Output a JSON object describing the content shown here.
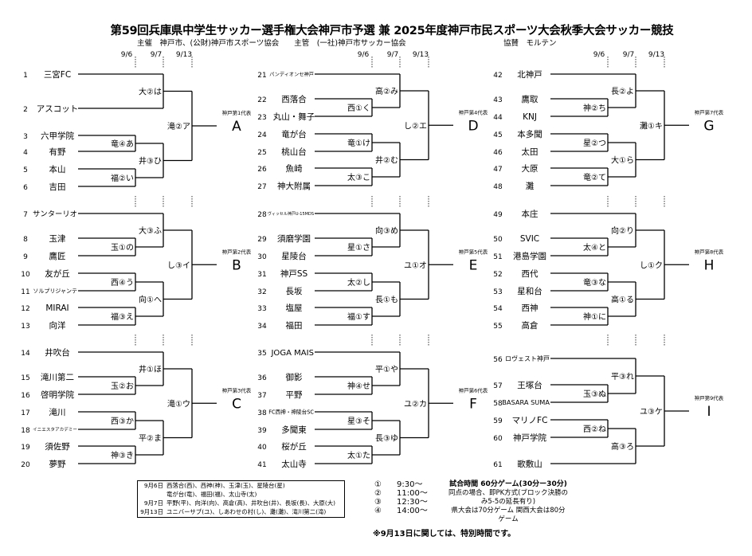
{
  "title": "第59回兵庫県中学生サッカー選手権大会神戸市予選 兼 2025年度神戸市民スポーツ大会秋季大会サッカー競技",
  "organizers": "主催　神戸市、(公財)神戸市スポーツ協会　　主管　(一社)神戸市サッカー協会",
  "sponsor": "協賛　モルテン",
  "dates": [
    "9/6",
    "9/7",
    "9/13"
  ],
  "blocks": [
    {
      "rep_label": "神戸第1代表",
      "rep": "A",
      "teams": [
        {
          "no": "1",
          "name": "三宮FC"
        },
        {
          "no": "2",
          "name": "アスコット"
        },
        {
          "no": "3",
          "name": "六甲学院"
        },
        {
          "no": "4",
          "name": "有野"
        },
        {
          "no": "5",
          "name": "本山"
        },
        {
          "no": "6",
          "name": "吉田"
        }
      ],
      "matches": [
        {
          "label": "竜④あ",
          "round": 1,
          "a": "t2",
          "b": "t3"
        },
        {
          "label": "福②い",
          "round": 1,
          "a": "t4",
          "b": "t5"
        },
        {
          "label": "大②は",
          "round": 2,
          "a": "t0",
          "b": "t1"
        },
        {
          "label": "井③ひ",
          "round": 2,
          "a": "m0",
          "b": "m1"
        },
        {
          "label": "滝②ア",
          "round": 3,
          "a": "m2",
          "b": "m3"
        }
      ]
    },
    {
      "rep_label": "神戸第2代表",
      "rep": "B",
      "teams": [
        {
          "no": "7",
          "name": "サンターリオ"
        },
        {
          "no": "8",
          "name": "玉津"
        },
        {
          "no": "9",
          "name": "鷹匠"
        },
        {
          "no": "10",
          "name": "友が丘"
        },
        {
          "no": "11",
          "name": "ソルプリジャンテ"
        },
        {
          "no": "12",
          "name": "MIRAI"
        },
        {
          "no": "13",
          "name": "向洋"
        }
      ],
      "matches": [
        {
          "label": "玉①の",
          "round": 1,
          "a": "t1",
          "b": "t2"
        },
        {
          "label": "西④う",
          "round": 1,
          "a": "t3",
          "b": "t4"
        },
        {
          "label": "福③え",
          "round": 1,
          "a": "t5",
          "b": "t6"
        },
        {
          "label": "大③ふ",
          "round": 2,
          "a": "t0",
          "b": "m0"
        },
        {
          "label": "向①へ",
          "round": 2,
          "a": "m1",
          "b": "m2"
        },
        {
          "label": "し③イ",
          "round": 3,
          "a": "m3",
          "b": "m4"
        }
      ]
    },
    {
      "rep_label": "神戸第3代表",
      "rep": "C",
      "teams": [
        {
          "no": "14",
          "name": "井吹台"
        },
        {
          "no": "15",
          "name": "滝川第二"
        },
        {
          "no": "16",
          "name": "啓明学院"
        },
        {
          "no": "17",
          "name": "滝川"
        },
        {
          "no": "18",
          "name": "イニエスタアカデミー"
        },
        {
          "no": "19",
          "name": "須佐野"
        },
        {
          "no": "20",
          "name": "夢野"
        }
      ],
      "matches": [
        {
          "label": "玉②お",
          "round": 1,
          "a": "t1",
          "b": "t2"
        },
        {
          "label": "西③か",
          "round": 1,
          "a": "t3",
          "b": "t4"
        },
        {
          "label": "神③き",
          "round": 1,
          "a": "t5",
          "b": "t6"
        },
        {
          "label": "井①ほ",
          "round": 2,
          "a": "t0",
          "b": "m0"
        },
        {
          "label": "平②ま",
          "round": 2,
          "a": "m1",
          "b": "m2"
        },
        {
          "label": "滝①ウ",
          "round": 3,
          "a": "m3",
          "b": "m4"
        }
      ]
    },
    {
      "rep_label": "神戸第4代表",
      "rep": "D",
      "teams": [
        {
          "no": "21",
          "name": "パンディオンセ神戸"
        },
        {
          "no": "22",
          "name": "西落合"
        },
        {
          "no": "23",
          "name": "丸山・舞子"
        },
        {
          "no": "24",
          "name": "竜が台"
        },
        {
          "no": "25",
          "name": "桃山台"
        },
        {
          "no": "26",
          "name": "魚崎"
        },
        {
          "no": "27",
          "name": "神大附属"
        }
      ],
      "matches": [
        {
          "label": "西①く",
          "round": 1,
          "a": "t1",
          "b": "t2"
        },
        {
          "label": "竜①け",
          "round": 1,
          "a": "t3",
          "b": "t4"
        },
        {
          "label": "太③こ",
          "round": 1,
          "a": "t5",
          "b": "t6"
        },
        {
          "label": "高②み",
          "round": 2,
          "a": "t0",
          "b": "m0"
        },
        {
          "label": "井②む",
          "round": 2,
          "a": "m1",
          "b": "m2"
        },
        {
          "label": "し②エ",
          "round": 3,
          "a": "m3",
          "b": "m4"
        }
      ]
    },
    {
      "rep_label": "神戸第5代表",
      "rep": "E",
      "teams": [
        {
          "no": "28",
          "name": "ヴィッセル神戸U-15MDS"
        },
        {
          "no": "29",
          "name": "須磨学園"
        },
        {
          "no": "30",
          "name": "星陵台"
        },
        {
          "no": "31",
          "name": "神戸SS"
        },
        {
          "no": "32",
          "name": "長坂"
        },
        {
          "no": "33",
          "name": "塩屋"
        },
        {
          "no": "34",
          "name": "福田"
        }
      ],
      "matches": [
        {
          "label": "星①さ",
          "round": 1,
          "a": "t1",
          "b": "t2"
        },
        {
          "label": "太②し",
          "round": 1,
          "a": "t3",
          "b": "t4"
        },
        {
          "label": "福①す",
          "round": 1,
          "a": "t5",
          "b": "t6"
        },
        {
          "label": "向③め",
          "round": 2,
          "a": "t0",
          "b": "m0"
        },
        {
          "label": "長①も",
          "round": 2,
          "a": "m1",
          "b": "m2"
        },
        {
          "label": "ユ①オ",
          "round": 3,
          "a": "m3",
          "b": "m4"
        }
      ]
    },
    {
      "rep_label": "神戸第6代表",
      "rep": "F",
      "teams": [
        {
          "no": "35",
          "name": "JOGA MAIS"
        },
        {
          "no": "36",
          "name": "御影"
        },
        {
          "no": "37",
          "name": "平野"
        },
        {
          "no": "38",
          "name": "FC西神・神陵台SC"
        },
        {
          "no": "39",
          "name": "多聞東"
        },
        {
          "no": "40",
          "name": "桜が丘"
        },
        {
          "no": "41",
          "name": "太山寺"
        }
      ],
      "matches": [
        {
          "label": "神④せ",
          "round": 1,
          "a": "t1",
          "b": "t2"
        },
        {
          "label": "星③そ",
          "round": 1,
          "a": "t3",
          "b": "t4"
        },
        {
          "label": "太①た",
          "round": 1,
          "a": "t5",
          "b": "t6"
        },
        {
          "label": "平①や",
          "round": 2,
          "a": "t0",
          "b": "m0"
        },
        {
          "label": "長③ゆ",
          "round": 2,
          "a": "m1",
          "b": "m2"
        },
        {
          "label": "ユ②カ",
          "round": 3,
          "a": "m3",
          "b": "m4"
        }
      ]
    },
    {
      "rep_label": "神戸第7代表",
      "rep": "G",
      "teams": [
        {
          "no": "42",
          "name": "北神戸"
        },
        {
          "no": "43",
          "name": "鷹取"
        },
        {
          "no": "44",
          "name": "KNJ"
        },
        {
          "no": "45",
          "name": "本多聞"
        },
        {
          "no": "46",
          "name": "太田"
        },
        {
          "no": "47",
          "name": "大原"
        },
        {
          "no": "48",
          "name": "灘"
        }
      ],
      "matches": [
        {
          "label": "神②ち",
          "round": 1,
          "a": "t1",
          "b": "t2"
        },
        {
          "label": "星②つ",
          "round": 1,
          "a": "t3",
          "b": "t4"
        },
        {
          "label": "竜②て",
          "round": 1,
          "a": "t5",
          "b": "t6"
        },
        {
          "label": "長②よ",
          "round": 2,
          "a": "t0",
          "b": "m0"
        },
        {
          "label": "大①ら",
          "round": 2,
          "a": "m1",
          "b": "m2"
        },
        {
          "label": "灘①キ",
          "round": 3,
          "a": "m3",
          "b": "m4"
        }
      ]
    },
    {
      "rep_label": "神戸第8代表",
      "rep": "H",
      "teams": [
        {
          "no": "49",
          "name": "本庄"
        },
        {
          "no": "50",
          "name": "SVIC"
        },
        {
          "no": "51",
          "name": "港島学園"
        },
        {
          "no": "52",
          "name": "西代"
        },
        {
          "no": "53",
          "name": "星和台"
        },
        {
          "no": "54",
          "name": "西神"
        },
        {
          "no": "55",
          "name": "高倉"
        }
      ],
      "matches": [
        {
          "label": "太④と",
          "round": 1,
          "a": "t1",
          "b": "t2"
        },
        {
          "label": "竜③な",
          "round": 1,
          "a": "t3",
          "b": "t4"
        },
        {
          "label": "神①に",
          "round": 1,
          "a": "t5",
          "b": "t6"
        },
        {
          "label": "向②り",
          "round": 2,
          "a": "t0",
          "b": "m0"
        },
        {
          "label": "高①る",
          "round": 2,
          "a": "m1",
          "b": "m2"
        },
        {
          "label": "し①ク",
          "round": 3,
          "a": "m3",
          "b": "m4"
        }
      ]
    },
    {
      "rep_label": "神戸第9代表",
      "rep": "I",
      "teams": [
        {
          "no": "56",
          "name": "ロヴェスト神戸"
        },
        {
          "no": "57",
          "name": "王塚台"
        },
        {
          "no": "58",
          "name": "BASARA SUMA"
        },
        {
          "no": "59",
          "name": "マリノFC"
        },
        {
          "no": "60",
          "name": "神戸学院"
        },
        {
          "no": "61",
          "name": "歌敷山"
        }
      ],
      "matches": [
        {
          "label": "玉③ぬ",
          "round": 1,
          "a": "t1",
          "b": "t2"
        },
        {
          "label": "西②ね",
          "round": 1,
          "a": "t3",
          "b": "t4"
        },
        {
          "label": "平③れ",
          "round": 2,
          "a": "t0",
          "b": "m0"
        },
        {
          "label": "高③ろ",
          "round": 2,
          "a": "m1",
          "b": "t5"
        },
        {
          "label": "ユ③ケ",
          "round": 3,
          "a": "m2",
          "b": "m3"
        }
      ]
    }
  ],
  "schedule": [
    {
      "day": "9月6日",
      "venues": "西落合(西)、西神(神)、玉津(玉)、星陵台(星)"
    },
    {
      "day": "",
      "venues": "竜が台(竜)、福田(福)、太山寺(太)"
    },
    {
      "day": "9月7日",
      "venues": "平野(平)、向洋(向)、高倉(高)、井吹台(井)、長坂(長)、大原(大)"
    },
    {
      "day": "9月13日",
      "venues": "ユニバーサブ(ユ)、しあわせの村(し)、灘(灘)、滝川第二(滝)"
    }
  ],
  "kickoff_times": [
    {
      "no": "①",
      "time": "9:30～"
    },
    {
      "no": "②",
      "time": "11:00～"
    },
    {
      "no": "③",
      "time": "12:30～"
    },
    {
      "no": "④",
      "time": "14:00～"
    }
  ],
  "rules": {
    "heading": "試合時間 60分ゲーム(30分ー30分)",
    "line1": "同点の場合、即PK方式(ブロック決勝の",
    "line2": "み5-5の延長有り)",
    "line3": "県大会は70分ゲーム 関西大会は80分",
    "line4": "ゲーム"
  },
  "special_note": "※9月13日に関しては、特別時間です。"
}
